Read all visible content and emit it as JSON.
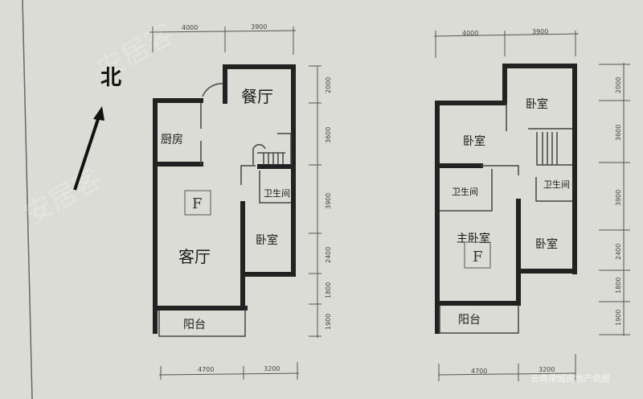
{
  "north_label": "北",
  "watermark": "安居客",
  "credit": "云南荣城房地产供图",
  "floor1": {
    "top_dims": [
      "4000",
      "3900"
    ],
    "bottom_dims": [
      "4700",
      "3200"
    ],
    "side_dims": [
      "2000",
      "3600",
      "3900",
      "2400",
      "1800",
      "1900"
    ],
    "rooms": {
      "dining": "餐厅",
      "kitchen": "厨房",
      "living": "客厅",
      "bathroom": "卫生间",
      "bedroom": "卧室",
      "balcony": "阳台"
    },
    "marker": "F"
  },
  "floor2": {
    "top_dims": [
      "4000",
      "3900"
    ],
    "bottom_dims": [
      "4700",
      "3200"
    ],
    "side_dims": [
      "2000",
      "3600",
      "3900",
      "2400",
      "1800",
      "1900"
    ],
    "rooms": {
      "bedroom_ne": "卧室",
      "bedroom_nw": "卧室",
      "bathroom_w": "卫生间",
      "bathroom_e": "卫生间",
      "master": "主卧室",
      "bedroom_se": "卧室",
      "balcony": "阳台"
    },
    "marker": "F"
  },
  "colors": {
    "background": "#dcdcd6",
    "wall": "#222222"
  }
}
